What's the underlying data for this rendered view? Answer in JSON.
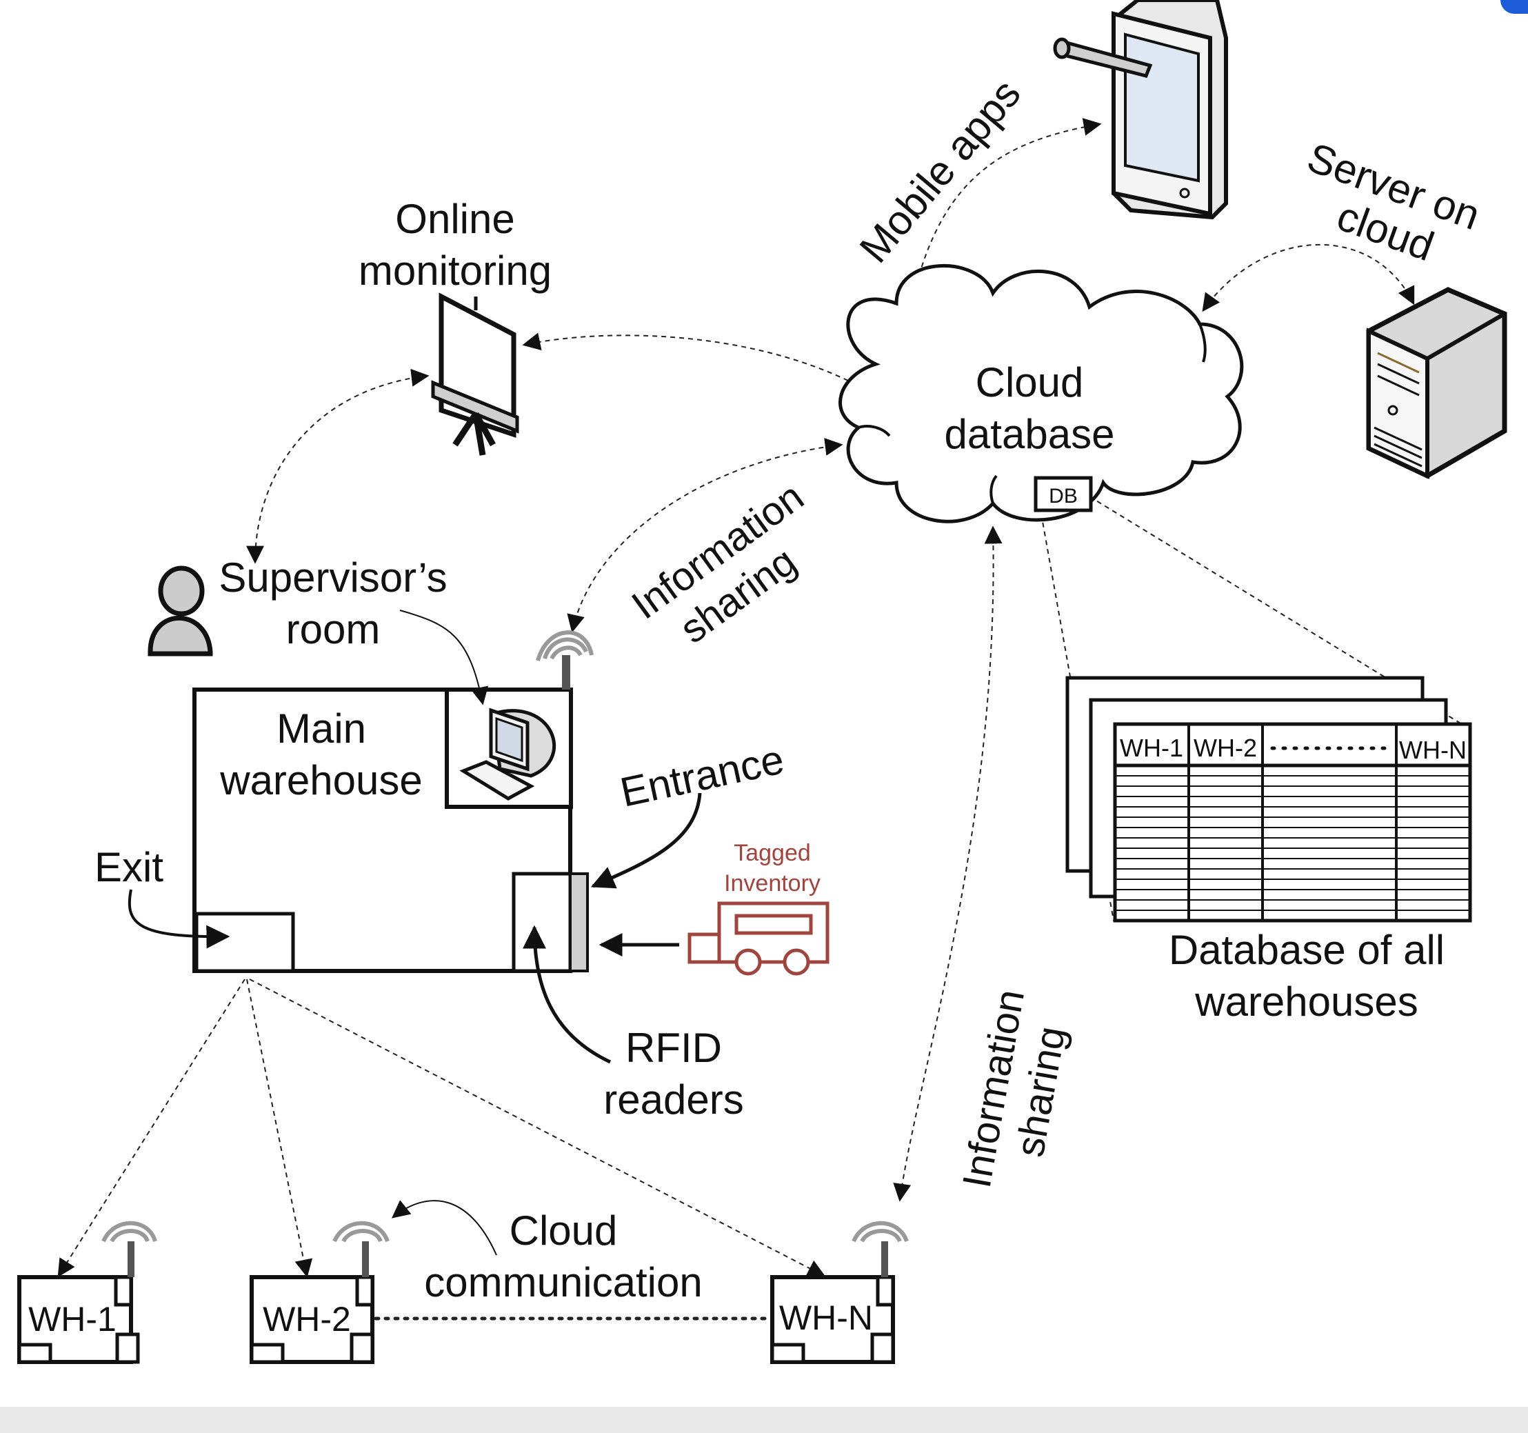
{
  "diagram": {
    "labels": {
      "online_monitoring_1": "Online",
      "online_monitoring_2": "monitoring",
      "mobile_apps": "Mobile apps",
      "server_on_cloud_1": "Server on",
      "server_on_cloud_2": "cloud",
      "cloud_database_1": "Cloud",
      "cloud_database_2": "database",
      "db_badge": "DB",
      "info_sharing_top_1": "Information",
      "info_sharing_top_2": "sharing",
      "supervisors_room_1": "Supervisor’s",
      "supervisors_room_2": "room",
      "main_warehouse_1": "Main",
      "main_warehouse_2": "warehouse",
      "entrance": "Entrance",
      "exit": "Exit",
      "tagged_inventory_1": "Tagged",
      "tagged_inventory_2": "Inventory",
      "rfid_readers_1": "RFID",
      "rfid_readers_2": "readers",
      "database_all_1": "Database of all",
      "database_all_2": "warehouses",
      "info_sharing_right_1": "Information",
      "info_sharing_right_2": "sharing",
      "cloud_comm_1": "Cloud",
      "cloud_comm_2": "communication"
    },
    "table_headers": [
      "WH-1",
      "WH-2",
      "WH-N"
    ],
    "warehouses": [
      "WH-1",
      "WH-2",
      "WH-N"
    ],
    "colors": {
      "ink": "#111111",
      "tagged_inventory": "#a0453d",
      "reader_grey": "#9a9a9a"
    }
  }
}
